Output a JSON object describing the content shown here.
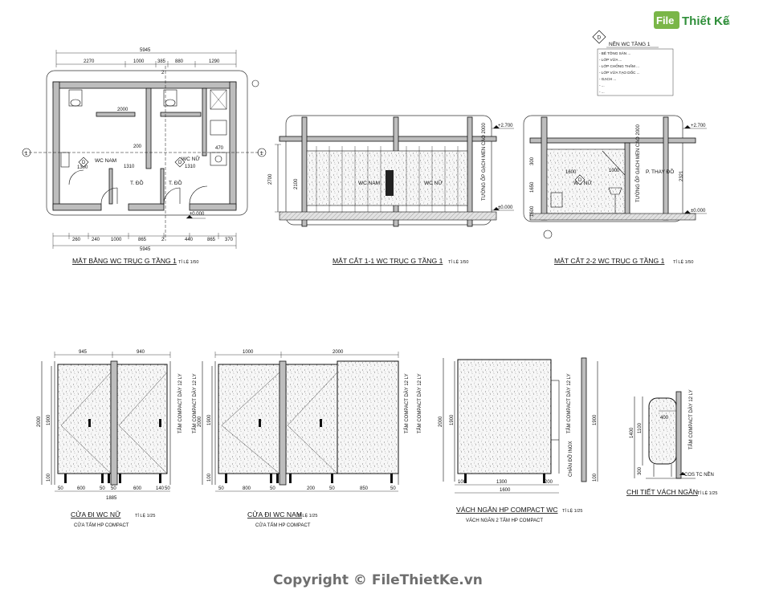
{
  "logo": {
    "file_letters": "File",
    "brand": "Thiết Kế",
    "domain": ".vn"
  },
  "legend": {
    "marker": "D",
    "title": "NỀN WC TẦNG 1",
    "lines": [
      "- BÊ TÔNG SÀN ...",
      "- LỚP VỮA ...",
      "- LỚP CHỐNG THẤM ...",
      "- LỚP VỮA TẠO DỐC ...",
      "- GẠCH ...",
      "- ...",
      "- ..."
    ]
  },
  "plan": {
    "dims_top_total": "5945",
    "dims_top": [
      "2270",
      "1000",
      "385",
      "880",
      "1290"
    ],
    "dims_bottom_total": "5945",
    "dims_bottom": [
      "260",
      "240",
      "1000",
      "865",
      "440",
      "865",
      "370"
    ],
    "inner_dims": [
      "2000",
      "1310",
      "200",
      "470",
      "1300",
      "1310"
    ],
    "room_nam": "WC NAM",
    "room_nu": "WC NỮ",
    "room_tdo_1": "T. ĐỒ",
    "room_tdo_2": "T. ĐỒ",
    "level": "±0.000",
    "axis_1_left": "1",
    "axis_1_right": "1",
    "axis_2_top": "2",
    "axis_2_bottom": "2",
    "marker": "D",
    "title": "MẶT BẰNG WC TRỤC G TẦNG 1",
    "scale": "TỈ LỆ 1/50"
  },
  "section11": {
    "level_top": "+2.700",
    "level_bottom": "±0.000",
    "dim_left_1": "2700",
    "dim_left_2": "2100",
    "room_nam": "WC NAM",
    "room_nu": "WC NỮ",
    "note": "TƯỜNG ỐP GẠCH MEN CAO 2000",
    "title": "MẶT CẮT 1-1 WC TRỤC G TẦNG 1",
    "scale": "TỈ LỆ 1/50"
  },
  "section22": {
    "level_top": "+2.700",
    "level_bottom": "±0.000",
    "dims_left": [
      "300",
      "1650",
      "1600"
    ],
    "dim_right": "2321",
    "dim_1600": "1600",
    "dim_1000": "1000",
    "room_nu": "WC NỮ",
    "room_pthat": "P. THAY ĐỒ",
    "note": "TƯỜNG ỐP GẠCH MEN CAO 2000",
    "marker": "D",
    "title": "MẶT CẮT 2-2 WC TRỤC G TẦNG 1",
    "scale": "TỈ LỆ 1/50"
  },
  "door_nu": {
    "dims_top": [
      "945",
      "940"
    ],
    "dims_left": [
      "2000",
      "1900",
      "100"
    ],
    "dims_bottom": [
      "50",
      "600",
      "50",
      "50",
      "600",
      "140",
      "50"
    ],
    "dim_total": "1885",
    "note_side": "TẤM COMPACT DÀY 12 LY",
    "note_side_2": "TẤM COMPACT DÀY 12 LY",
    "title": "CỬA ĐI WC NỮ",
    "scale": "TỈ LỆ 1/25",
    "subtitle": "CỬA TẤM HP COMPACT"
  },
  "door_nam": {
    "dims_top": [
      "1000",
      "2000"
    ],
    "dims_left": [
      "2000",
      "1900",
      "100"
    ],
    "dims_bottom": [
      "50",
      "800",
      "50",
      "200",
      "50",
      "850",
      "50"
    ],
    "note_side": "TẤM COMPACT DÀY 12 LY",
    "note_side_2": "TẤM COMPACT DÀY 12 LY",
    "title": "CỬA ĐI WC NAM",
    "scale": "TỈ LỆ 1/25",
    "subtitle": "CỬA TẤM HP COMPACT"
  },
  "partition": {
    "dims_left": [
      "2000",
      "1900"
    ],
    "dims_right": [
      "1900",
      "100"
    ],
    "dims_bottom": [
      "100",
      "1300",
      "200"
    ],
    "dim_total": "1600",
    "note_side": "TẤM COMPACT DÀY 12 LY",
    "note_side_2": "CHÂN ĐỠ INOX",
    "title": "VÁCH NGĂN HP COMPACT WC",
    "scale": "TỈ LỆ 1/25",
    "subtitle": "VÁCH NGĂN 2 TẤM HP COMPACT"
  },
  "detail": {
    "dims_left": [
      "1400",
      "1100",
      "300"
    ],
    "dim_top": "400",
    "note_side": "TẤM COMPACT DÀY 12 LY",
    "note_floor": "COS TC NỀN",
    "title": "CHI TIẾT VÁCH NGĂN",
    "scale": "TỈ LỆ 1/25"
  },
  "copyright": "Copyright © FileThietKe.vn"
}
